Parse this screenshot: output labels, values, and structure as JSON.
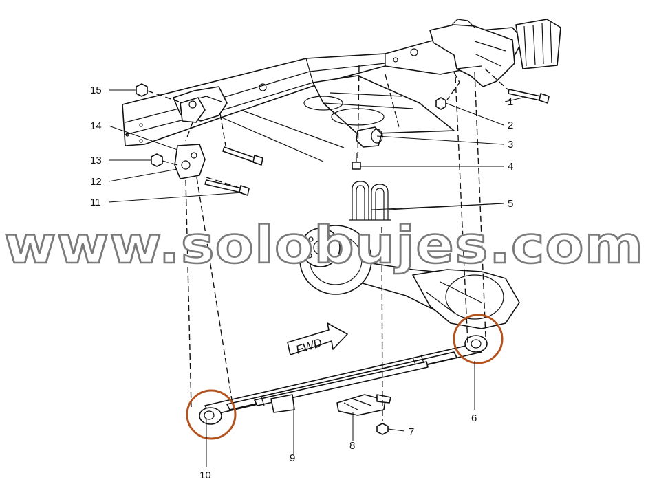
{
  "diagram": {
    "callouts": [
      "1",
      "2",
      "3",
      "4",
      "5",
      "6",
      "7",
      "8",
      "9",
      "10",
      "11",
      "12",
      "13",
      "14",
      "15"
    ],
    "direction_label": "FWD",
    "watermark": "www.solobujes.com",
    "highlight_color": "#b5531f",
    "line_color": "#111111",
    "background": "#ffffff"
  }
}
